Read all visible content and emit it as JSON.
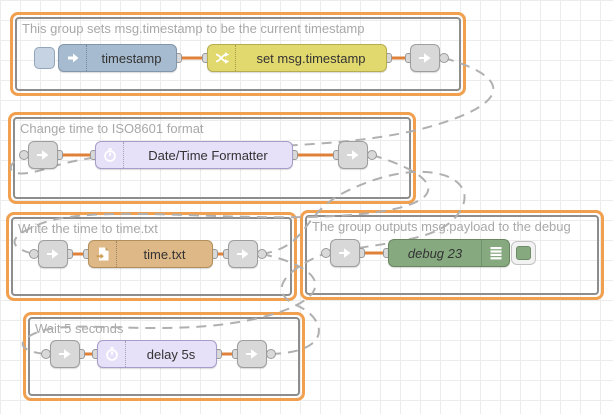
{
  "app": {
    "name": "Node-RED flow editor canvas"
  },
  "palette": {
    "group_border": "#f0a04e",
    "group_inner_border": "#8d8d8d",
    "group_label_color": "#a8a8a8",
    "wire_color": "#e0813a",
    "link_wire_color": "#b0b0b0",
    "inject_color": "#a6bbcf",
    "change_color": "#e2d96e",
    "lavender_color": "#e6e0f8",
    "file_color": "#deb887",
    "debug_color": "#87a980",
    "link_node_color": "#d8d8d8"
  },
  "groups": [
    {
      "label": "This group sets msg.timestamp to be the current timestamp",
      "selected": true
    },
    {
      "label": "Change time to ISO8601 format",
      "selected": true
    },
    {
      "label": "Write the time to time.txt",
      "selected": true
    },
    {
      "label": "The group outputs msg.payload to the debug",
      "selected": true
    },
    {
      "label": "Wait 5 seconds",
      "selected": true
    }
  ],
  "nodes": {
    "inject": {
      "label": "timestamp",
      "type": "inject",
      "icon": "inject-arrow-icon"
    },
    "change": {
      "label": "set msg.timestamp",
      "type": "change",
      "icon": "shuffle-icon"
    },
    "datetime": {
      "label": "Date/Time Formatter",
      "type": "date-formatter",
      "icon": "timer-icon"
    },
    "file": {
      "label": "time.txt",
      "type": "file-write",
      "icon": "file-out-icon"
    },
    "debug": {
      "label": "debug 23",
      "type": "debug",
      "icon": "console-list-icon"
    },
    "delay": {
      "label": "delay 5s",
      "type": "delay",
      "icon": "timer-icon"
    }
  },
  "link_wires": [
    {
      "from": "group-1 link-out",
      "to": "group-2 link-in"
    },
    {
      "from": "group-2 link-out",
      "to": "group-3 link-in"
    },
    {
      "from": "group-3 link-out",
      "to": "group-4 link-in"
    },
    {
      "from": "group-3 link-out",
      "to": "group-5 link-in"
    },
    {
      "from": "group-5 link-out",
      "to": "group-4 link-in"
    }
  ]
}
